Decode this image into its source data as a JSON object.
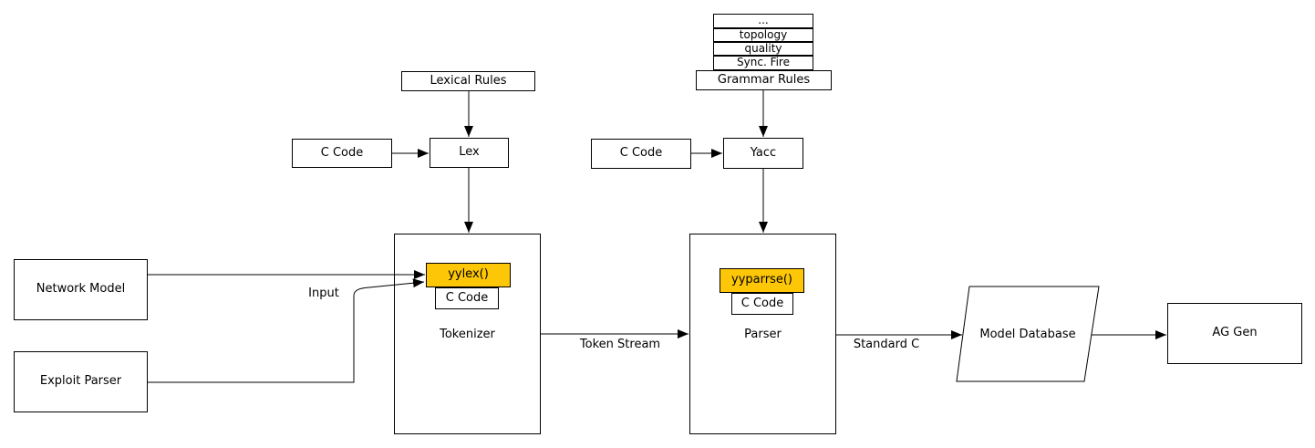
{
  "colors": {
    "highlight": "#fdc606",
    "line": "#000000",
    "background": "#ffffff"
  },
  "grammar_stack": {
    "rows": [
      "...",
      "topology",
      "quality",
      "Sync. Fire"
    ]
  },
  "nodes": {
    "lexical_rules": "Lexical Rules",
    "grammar_rules": "Grammar Rules",
    "c_code_lex": "C Code",
    "lex": "Lex",
    "c_code_yacc": "C Code",
    "yacc": "Yacc",
    "network_model": "Network Model",
    "exploit_parser": "Exploit Parser",
    "tokenizer": "Tokenizer",
    "yylex": "yylex()",
    "c_code_yylex": "C Code",
    "parser": "Parser",
    "yyparrse": "yyparrse()",
    "c_code_yyparrse": "C Code",
    "model_database": "Model Database",
    "ag_gen": "AG Gen"
  },
  "edge_labels": {
    "input": "Input",
    "token_stream": "Token Stream",
    "standard_c": "Standard C"
  }
}
